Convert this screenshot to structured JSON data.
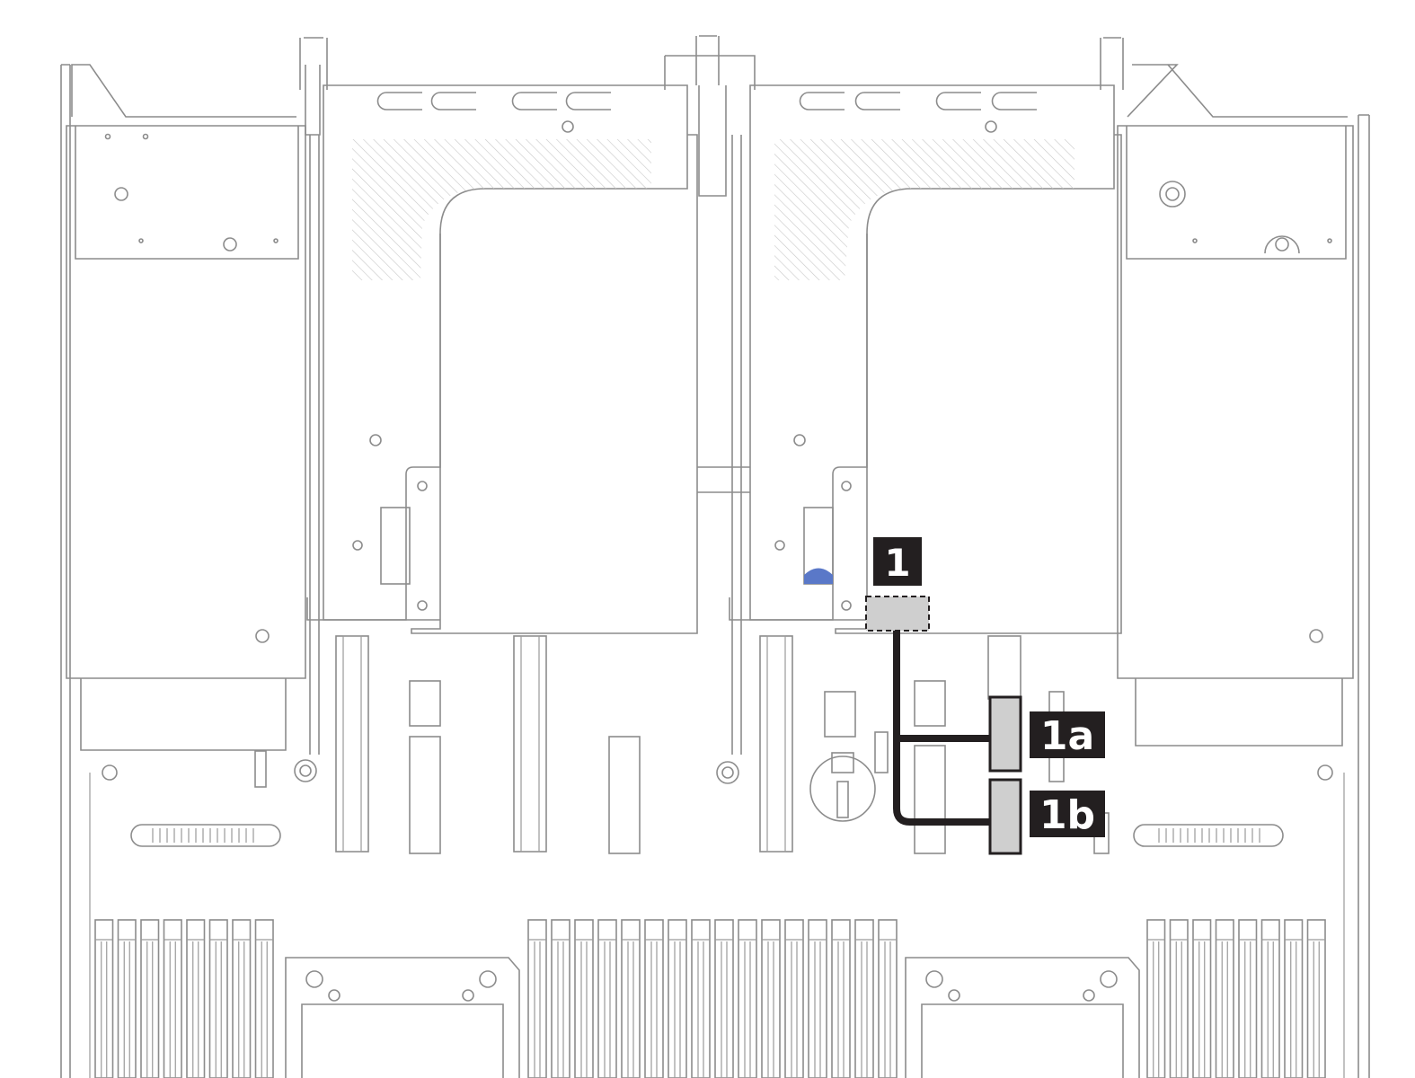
{
  "callouts": [
    {
      "id": "1",
      "label": "1"
    },
    {
      "id": "1a",
      "label": "1a"
    },
    {
      "id": "1b",
      "label": "1b"
    }
  ],
  "colors": {
    "line": "#8c8c8c",
    "callout_bg": "#231f20",
    "callout_text": "#ffffff",
    "cable": "#231f20",
    "connector_fill": "#cfcfcf",
    "latch_blue": "#5a78c8"
  }
}
